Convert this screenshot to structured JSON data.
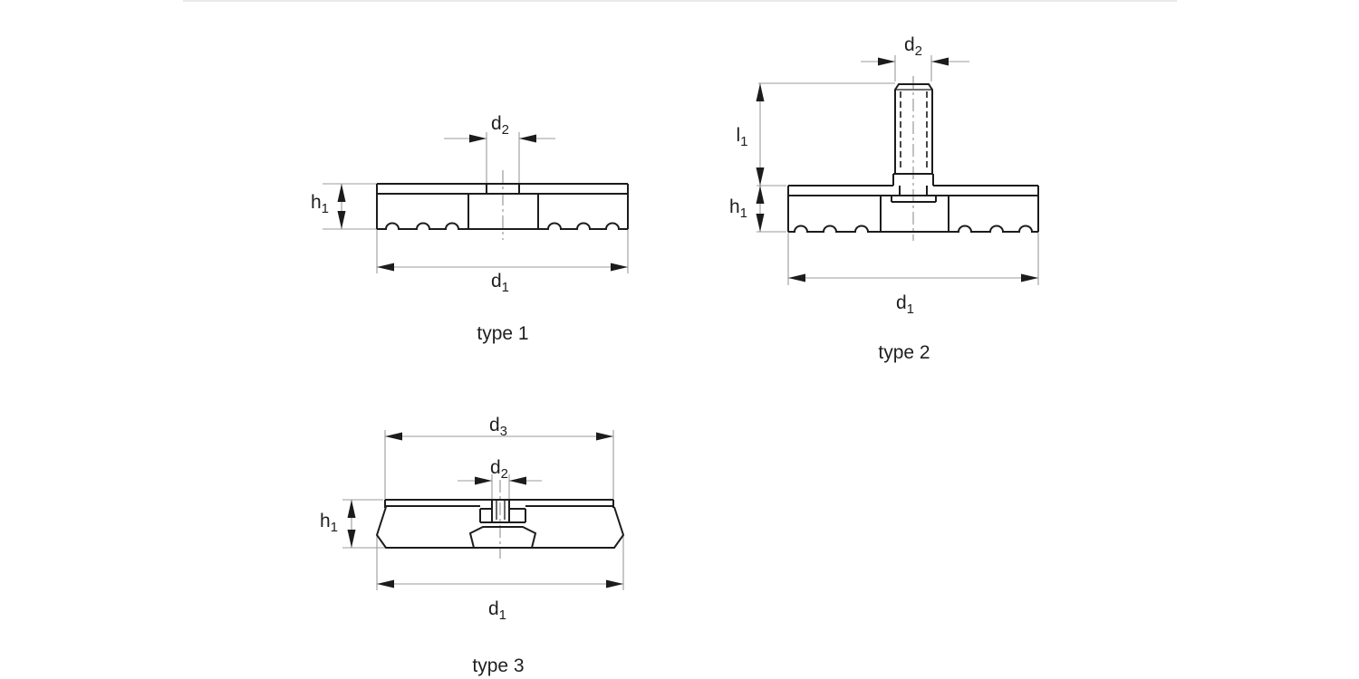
{
  "page": {
    "background": "#ffffff",
    "top_border_color": "#e9e9e9"
  },
  "colors": {
    "object_line": "#1c1c1c",
    "dimension_line": "#9b9b9b",
    "centerline": "#8f8f8f",
    "arrow": "#1c1c1c",
    "text": "#1f1f1f"
  },
  "figures": [
    {
      "caption": "type 1",
      "labels": {
        "d2": {
          "base": "d",
          "sub": "2"
        },
        "h1": {
          "base": "h",
          "sub": "1"
        },
        "d1": {
          "base": "d",
          "sub": "1"
        }
      }
    },
    {
      "caption": "type 2",
      "labels": {
        "d2": {
          "base": "d",
          "sub": "2"
        },
        "l1": {
          "base": "l",
          "sub": "1"
        },
        "h1": {
          "base": "h",
          "sub": "1"
        },
        "d1": {
          "base": "d",
          "sub": "1"
        }
      }
    },
    {
      "caption": "type 3",
      "labels": {
        "d3": {
          "base": "d",
          "sub": "3"
        },
        "d2": {
          "base": "d",
          "sub": "2"
        },
        "h1": {
          "base": "h",
          "sub": "1"
        },
        "d1": {
          "base": "d",
          "sub": "1"
        }
      }
    }
  ]
}
